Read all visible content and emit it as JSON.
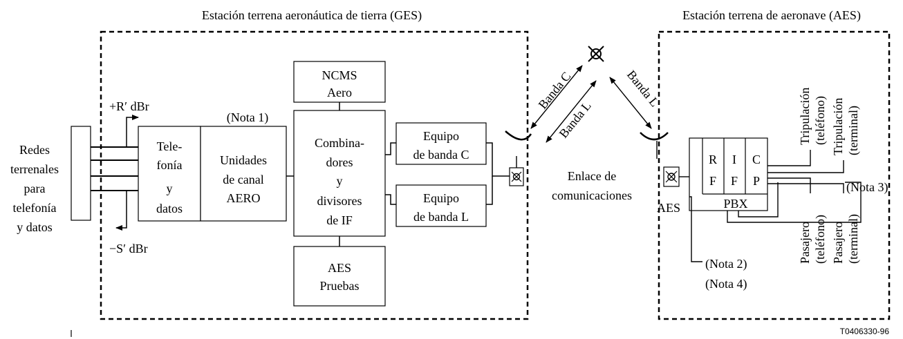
{
  "ges": {
    "title": "Estación terrena aeronáutica de tierra (GES)"
  },
  "aes": {
    "title": "Estación terrena de aeronave (AES)"
  },
  "networks": [
    "Redes",
    "terrenales",
    "para",
    "telefonía",
    "y datos"
  ],
  "signals": {
    "plus_r": "+R′ dBr",
    "minus_s": "−S′ dBr"
  },
  "telephony": [
    "Tele-",
    "fonía",
    "y",
    "datos"
  ],
  "channel_units": {
    "note": "(Nota 1)",
    "lines": [
      "Unidades",
      "de canal",
      "AERO"
    ]
  },
  "ncms": [
    "NCMS",
    "Aero"
  ],
  "combiners": [
    "Combina-",
    "dores",
    "y",
    "divisores",
    "de IF"
  ],
  "aes_test": [
    "AES",
    "Pruebas"
  ],
  "c_band_equipment": [
    "Equipo",
    "de banda C"
  ],
  "l_band_equipment": [
    "Equipo",
    "de banda L"
  ],
  "links": {
    "banda_c": "Banda C",
    "banda_l_1": "Banda L",
    "banda_l_2": "Banda L"
  },
  "comm_link": [
    "Enlace de",
    "comunicaciones"
  ],
  "aircraft": {
    "aes_label": "AES",
    "rf": [
      "R",
      "F"
    ],
    "if": [
      "I",
      "F"
    ],
    "cp": [
      "C",
      "P"
    ],
    "pbx": "PBX",
    "crew_phone": [
      "Tripulación",
      "(teléfono)"
    ],
    "crew_terminal": [
      "Tripulación",
      "(terminal)"
    ],
    "pax_phone": [
      "Pasajero",
      "(teléfono)"
    ],
    "pax_terminal": [
      "Pasajero",
      "(terminal)"
    ],
    "nota3": "(Nota 3)",
    "nota2": "(Nota 2)",
    "nota4": "(Nota 4)"
  },
  "figure_code": "T0406330-96"
}
